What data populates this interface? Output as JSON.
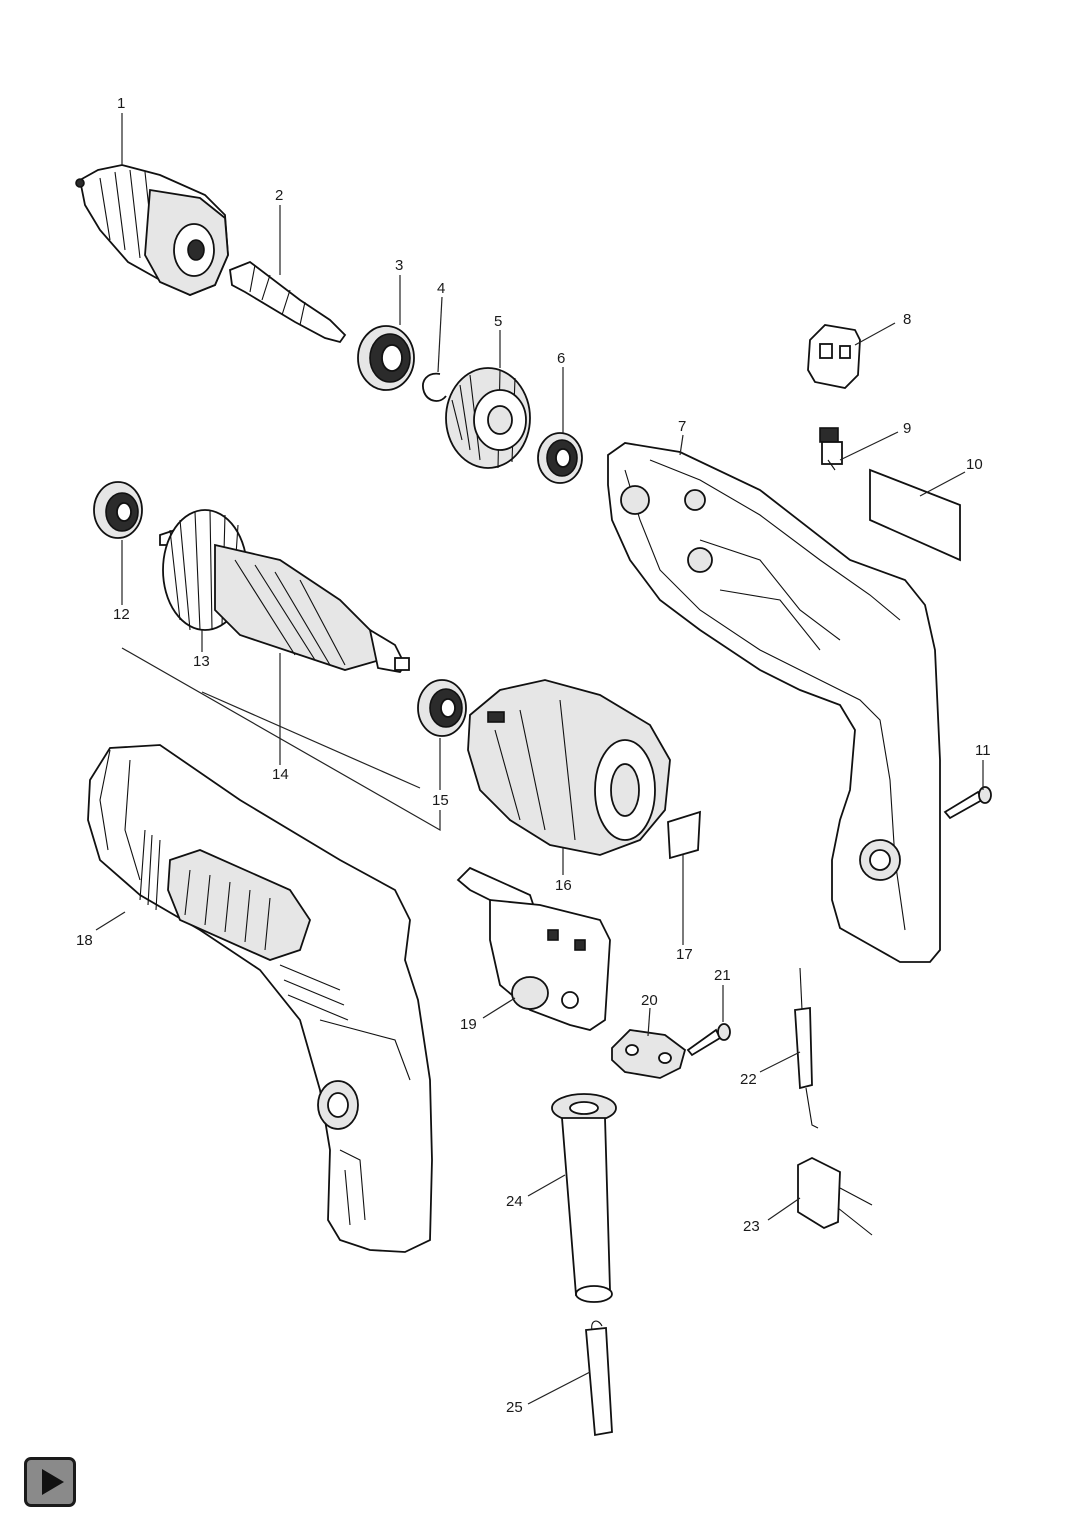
{
  "diagram": {
    "labels": [
      "1",
      "2",
      "3",
      "4",
      "5",
      "6",
      "7",
      "8",
      "9",
      "10",
      "11",
      "12",
      "13",
      "14",
      "15",
      "16",
      "17",
      "18",
      "19",
      "20",
      "21",
      "22",
      "23",
      "24",
      "25"
    ]
  },
  "nav": {
    "play_icon": "play-icon"
  }
}
